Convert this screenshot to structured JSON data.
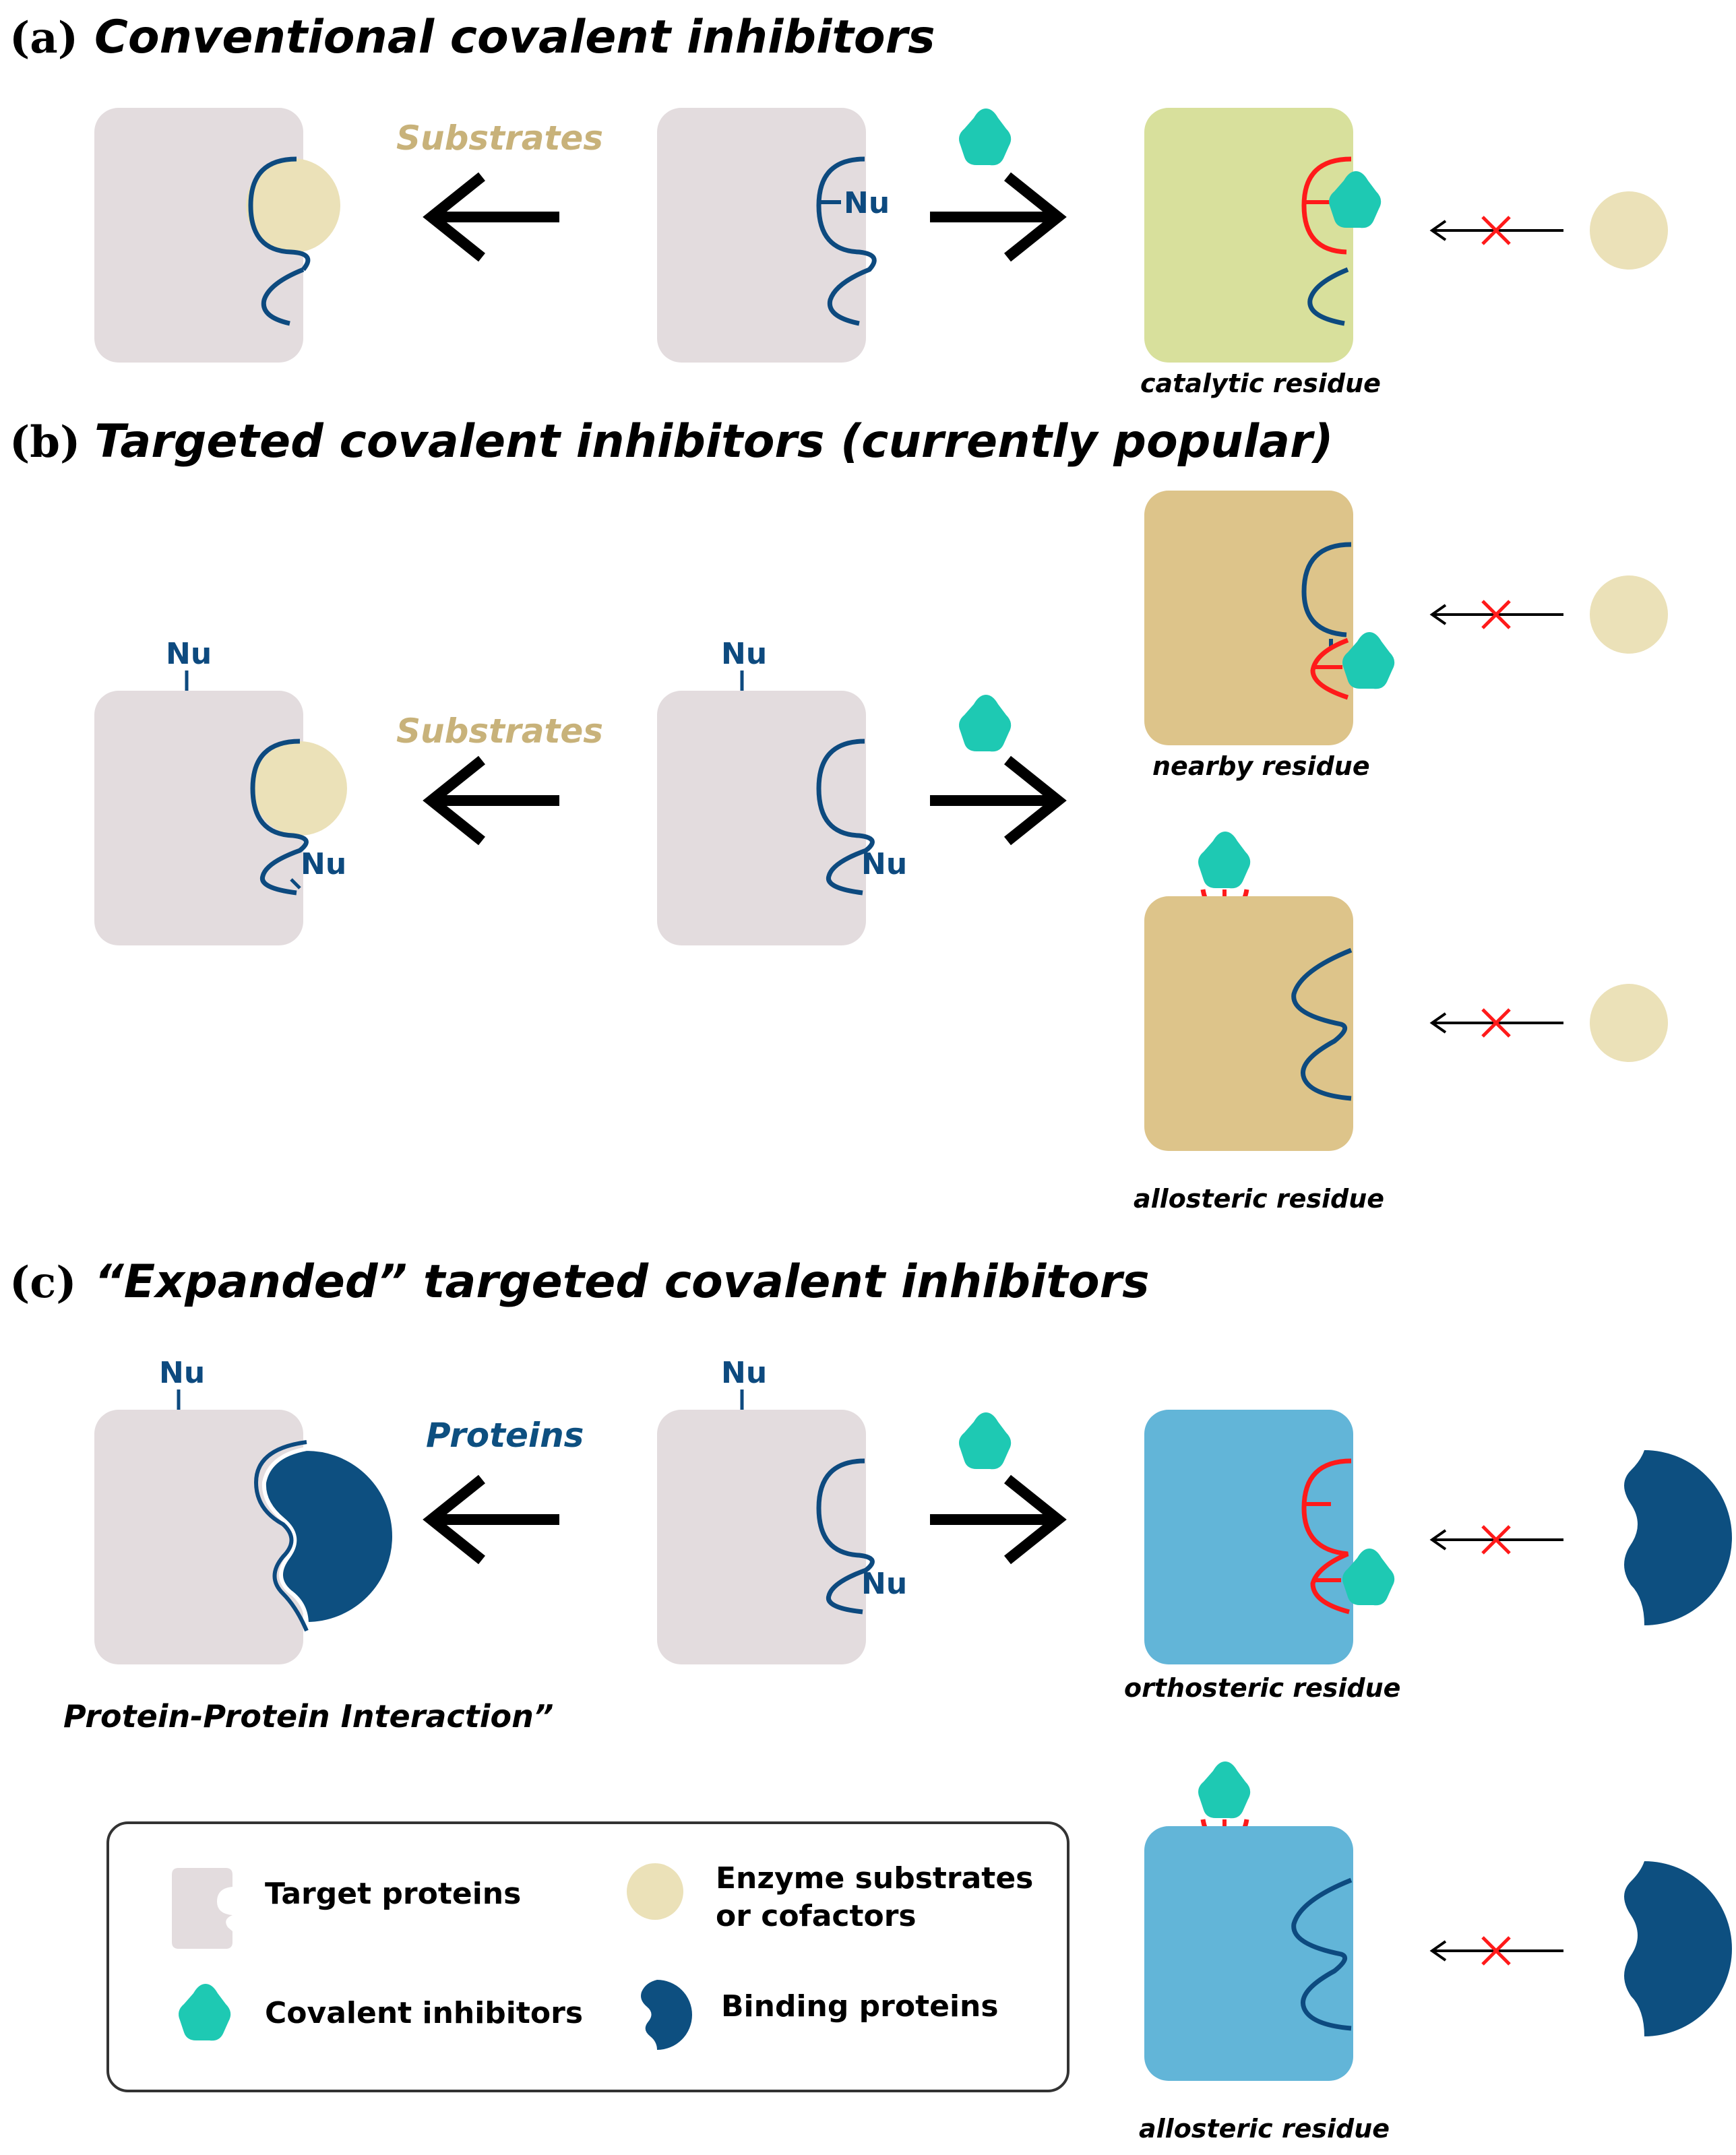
{
  "panels": {
    "a": {
      "tag": "(a)",
      "title": "Conventional covalent inhibitors"
    },
    "b": {
      "tag": "(b)",
      "title": "Targeted covalent inhibitors (currently popular)"
    },
    "c": {
      "tag": "(c)",
      "title": "“Expanded” targeted covalent inhibitors"
    }
  },
  "labels": {
    "substrates": "Substrates",
    "proteins": "Proteins",
    "nu": "Nu",
    "catalytic_residue": "catalytic residue",
    "nearby_residue": "nearby residue",
    "allosteric_residue": "allosteric residue",
    "orthosteric_residue": "orthosteric residue",
    "ppi": "Protein-Protein Interaction”"
  },
  "legend": {
    "target_proteins": "Target proteins",
    "substrates_line1": "Enzyme substrates",
    "substrates_line2": "or cofactors",
    "covalent_inhibitors": "Covalent inhibitors",
    "binding_proteins": "Binding proteins"
  },
  "colors": {
    "protein_grey": "#e3dcde",
    "substrate": "#ebe1b8",
    "substrate_text": "#c8b27a",
    "inhibitor": "#1ec9b3",
    "pocket_line": "#0d4a7f",
    "covalent_bond": "#ff1a1a",
    "catalytic_green": "#d8e09c",
    "targeted_tan": "#ddc48a",
    "expanded_blue": "#62b5d8",
    "binding_protein": "#0d4f80",
    "proteins_text": "#0d4f80"
  }
}
